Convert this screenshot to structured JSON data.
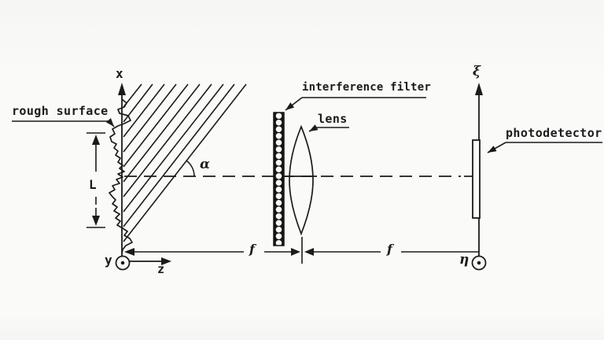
{
  "labels": {
    "rough_surface": "rough surface",
    "interference_filter": "interference filter",
    "lens": "lens",
    "photodetector": "photodetector"
  },
  "axes": {
    "x": "x",
    "y": "y",
    "z": "z",
    "xi": "ξ",
    "eta": "η"
  },
  "dims": {
    "alpha": "α",
    "length": "L",
    "f_object": "f",
    "f_image": "f"
  },
  "colors": {
    "ink": "#1b1b1b",
    "paper": "#fafaf8"
  }
}
